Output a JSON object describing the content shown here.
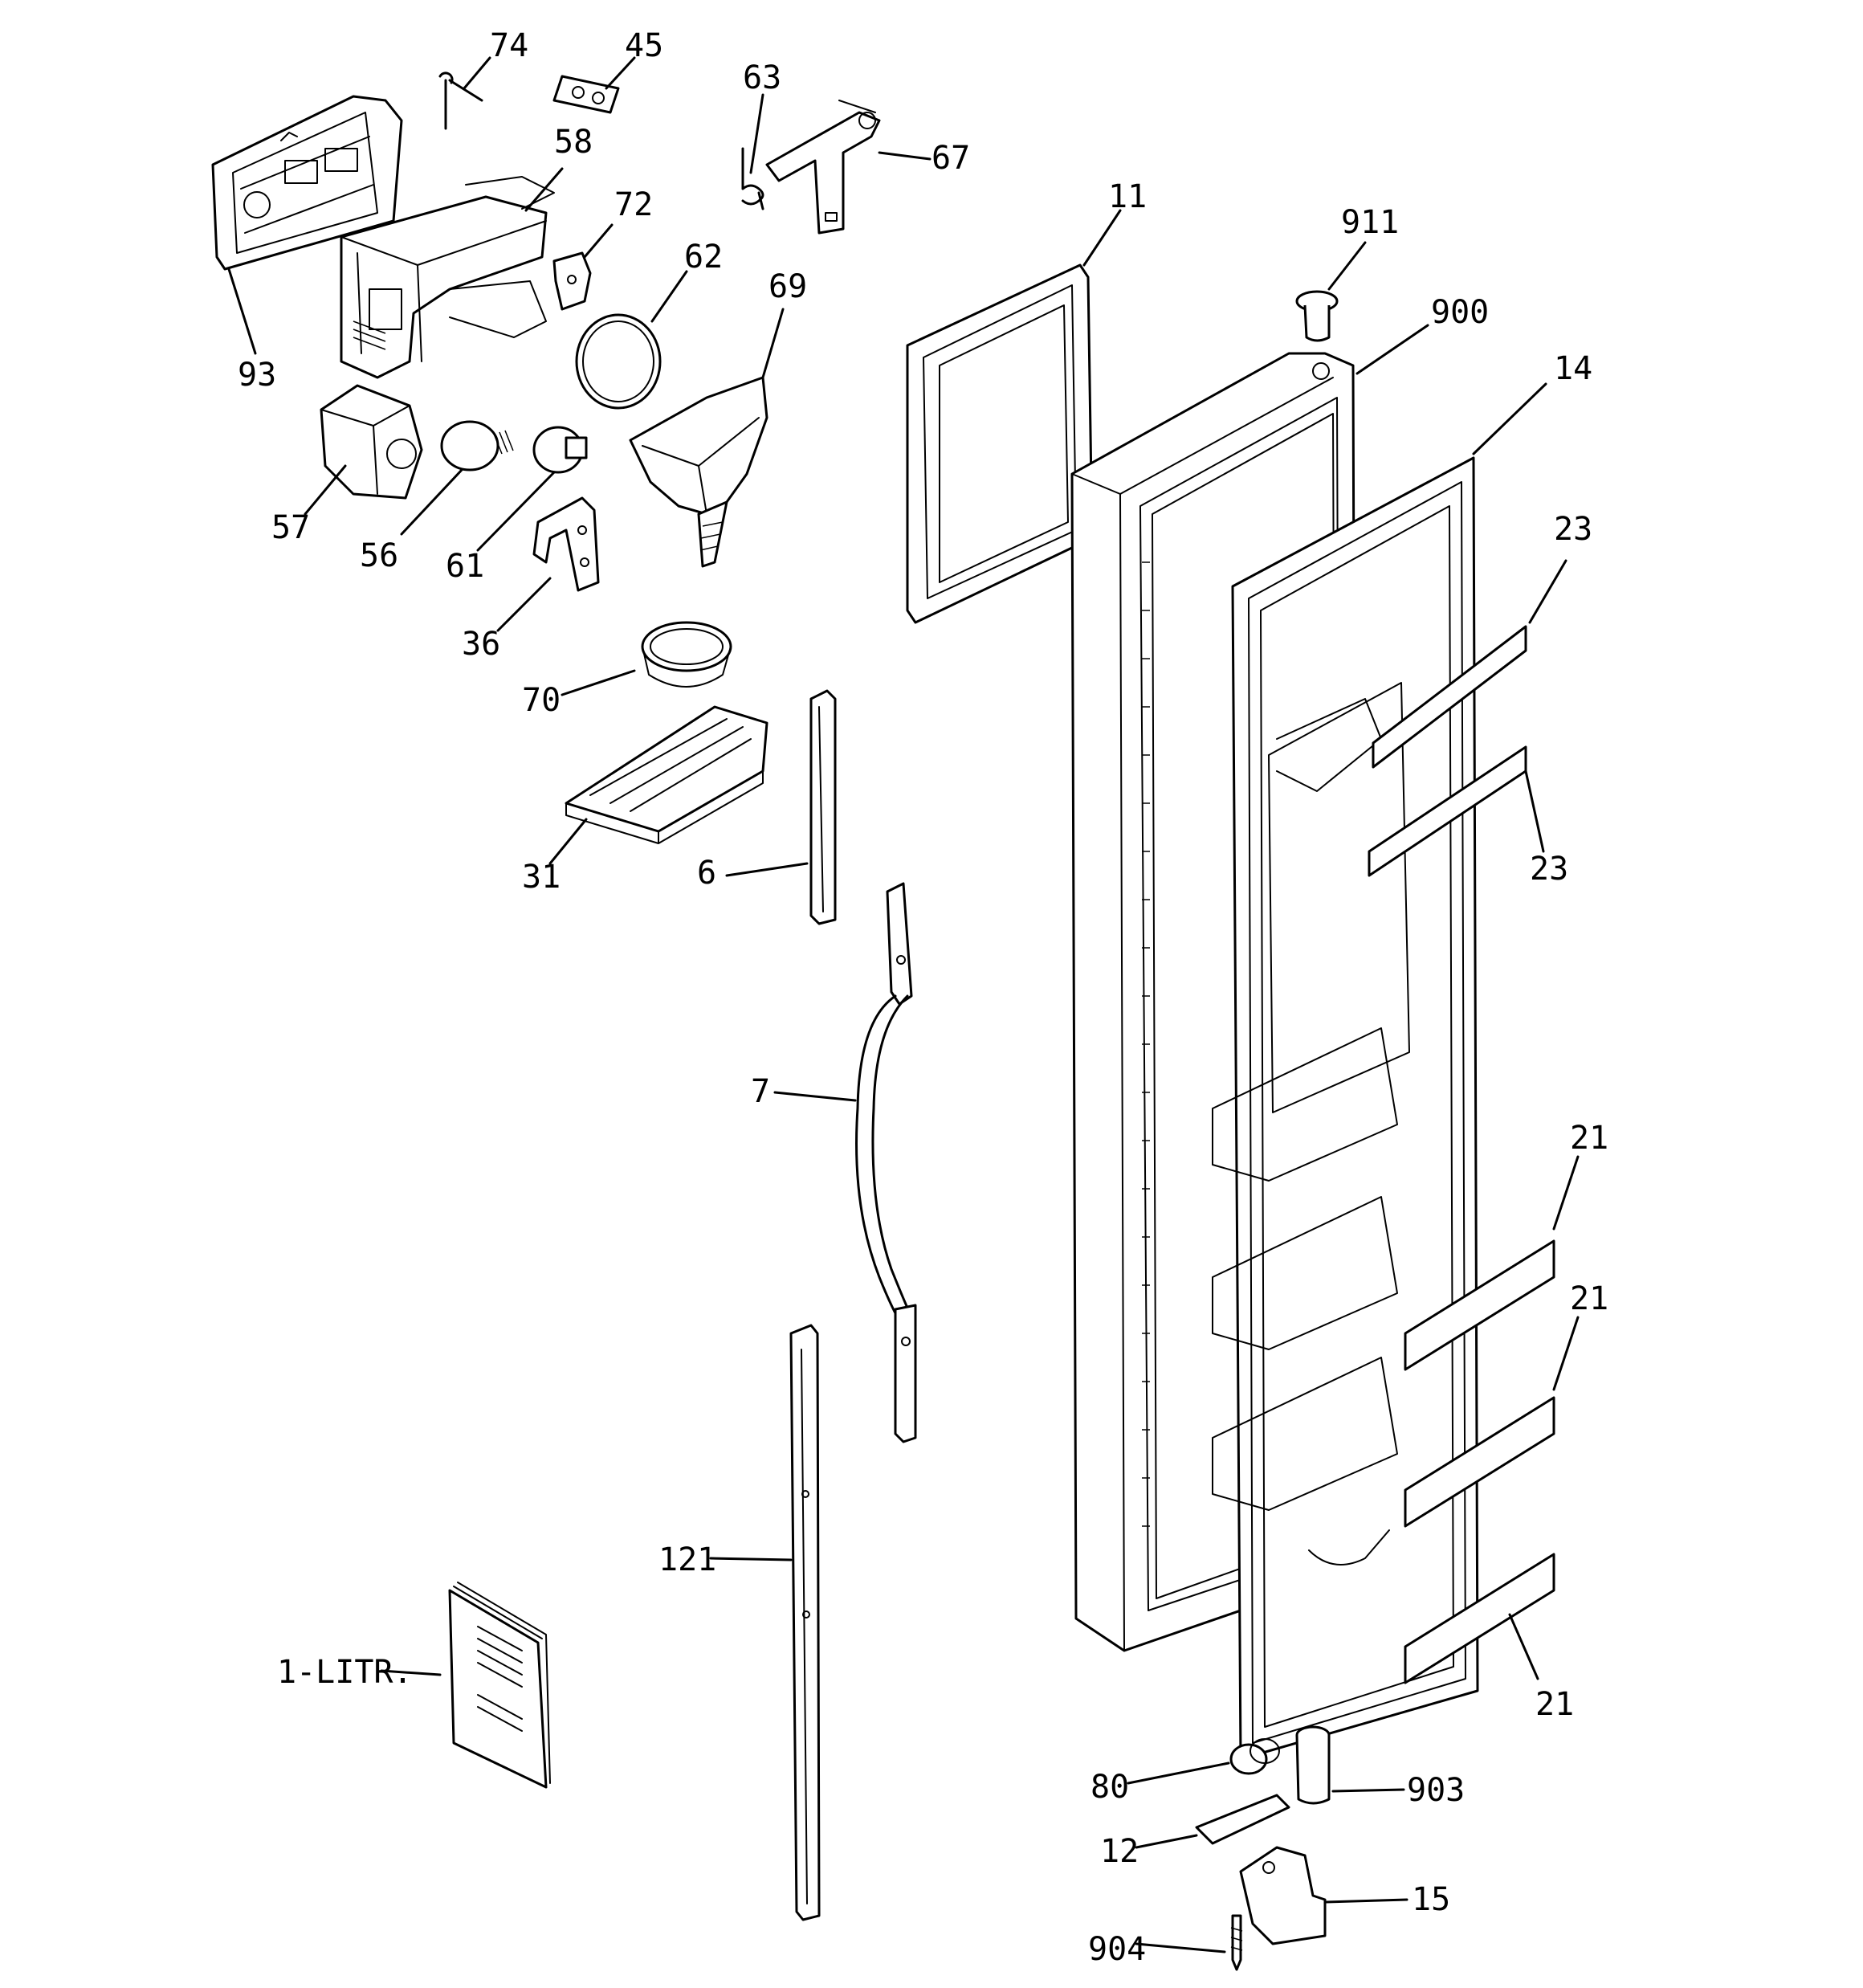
{
  "labels": {
    "l74": "74",
    "l45": "45",
    "l63": "63",
    "l67": "67",
    "l58": "58",
    "l72": "72",
    "l62": "62",
    "l69": "69",
    "l93": "93",
    "l57": "57",
    "l56": "56",
    "l61": "61",
    "l36": "36",
    "l70": "70",
    "l31": "31",
    "l6": "6",
    "l7": "7",
    "l121": "121",
    "l1litr": "1-LITR.",
    "l11": "11",
    "l911": "911",
    "l900": "900",
    "l14": "14",
    "l23a": "23",
    "l23b": "23",
    "l21a": "21",
    "l21b": "21",
    "l21c": "21",
    "l80": "80",
    "l903": "903",
    "l12": "12",
    "l15": "15",
    "l904": "904"
  }
}
